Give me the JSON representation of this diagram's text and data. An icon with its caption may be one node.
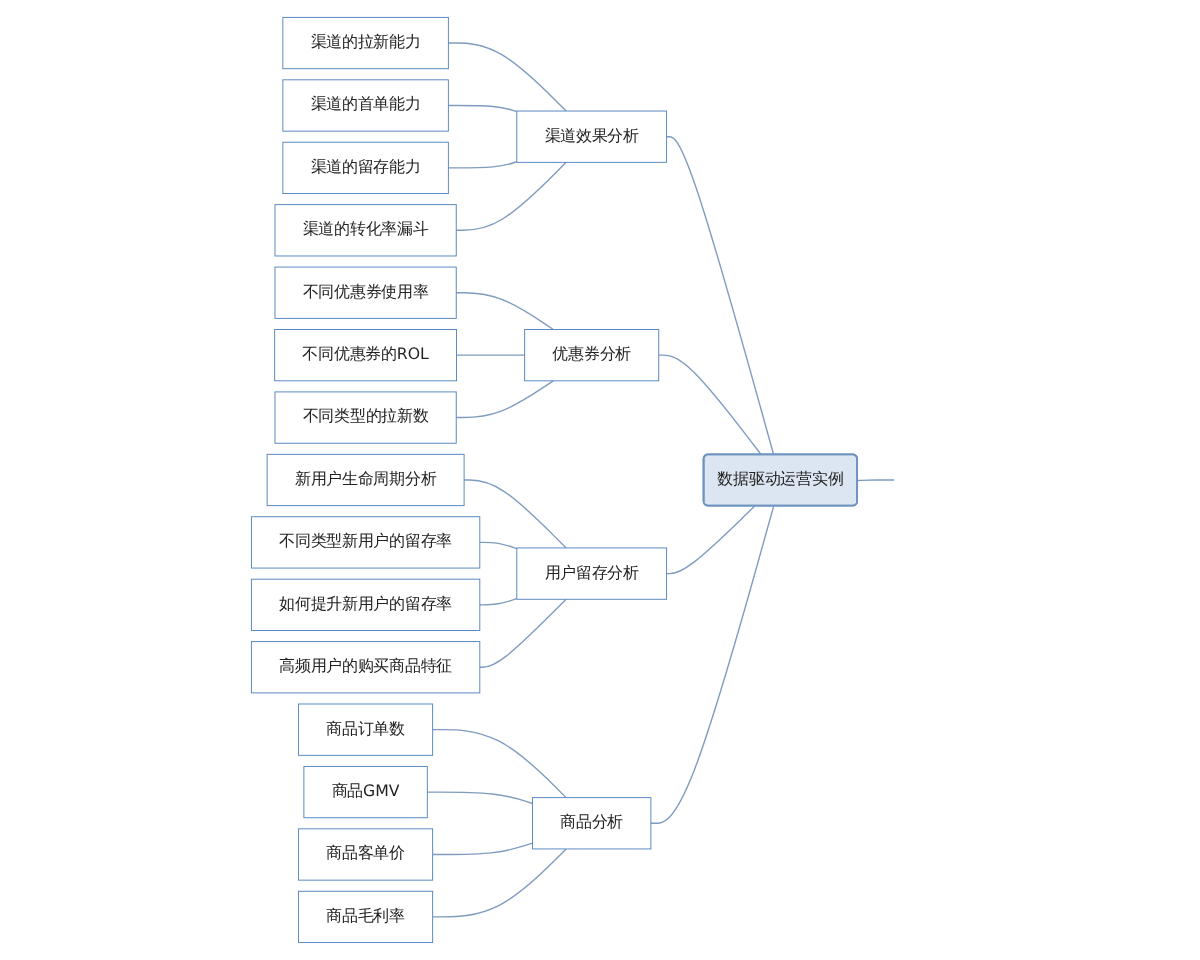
{
  "diagram": {
    "nodes": [
      {
        "text": [
          "数据驱动运营实例"
        ]
      },
      {
        "text": [
          "渠道效果分析"
        ]
      },
      {
        "text": [
          "渠道的拉新能力"
        ]
      },
      {
        "text": [
          "渠道的首单能力"
        ]
      },
      {
        "text": [
          "渠道的留存能力"
        ]
      },
      {
        "text": [
          "渠道的转化率漏斗"
        ]
      },
      {
        "text": [
          "优惠券分析"
        ]
      },
      {
        "text": [
          "不同优惠券使用率"
        ]
      },
      {
        "text": [
          "不同优惠券的ROL"
        ]
      },
      {
        "text": [
          "不同类型的拉新数"
        ]
      },
      {
        "text": [
          "用户留存分析"
        ]
      },
      {
        "text": [
          "新用户生命周期分析"
        ]
      },
      {
        "text": [
          "不同类型新用户的留存率"
        ]
      },
      {
        "text": [
          "如何提升新用户的留存率"
        ]
      },
      {
        "text": [
          "高频用户的购买商品特征"
        ]
      },
      {
        "text": [
          "商品分析"
        ]
      },
      {
        "text": [
          "商品订单数"
        ]
      },
      {
        "text": [
          "商品GMV"
        ]
      },
      {
        "text": [
          "商品客单价"
        ]
      },
      {
        "text": [
          "商品毛利率"
        ]
      }
    ],
    "edges": [
      {
        "from": 0,
        "to": 1,
        "arrow": "none"
      },
      {
        "from": 1,
        "to": 2,
        "arrow": "none"
      },
      {
        "from": 1,
        "to": 3,
        "arrow": "none"
      },
      {
        "from": 1,
        "to": 4,
        "arrow": "none"
      },
      {
        "from": 1,
        "to": 5,
        "arrow": "none"
      },
      {
        "from": 0,
        "to": 6,
        "arrow": "none"
      },
      {
        "from": 6,
        "to": 7,
        "arrow": "none"
      },
      {
        "from": 6,
        "to": 8,
        "arrow": "none"
      },
      {
        "from": 6,
        "to": 9,
        "arrow": "none"
      },
      {
        "from": 0,
        "to": 10,
        "arrow": "none"
      },
      {
        "from": 10,
        "to": 11,
        "arrow": "none"
      },
      {
        "from": 10,
        "to": 12,
        "arrow": "none"
      },
      {
        "from": 10,
        "to": 13,
        "arrow": "none"
      },
      {
        "from": 10,
        "to": 14,
        "arrow": "none"
      },
      {
        "from": 0,
        "to": 15,
        "arrow": "none"
      },
      {
        "from": 15,
        "to": 16,
        "arrow": "none"
      },
      {
        "from": 15,
        "to": 17,
        "arrow": "none"
      },
      {
        "from": 15,
        "to": 18,
        "arrow": "none"
      },
      {
        "from": 15,
        "to": 19,
        "arrow": "none"
      },
      {
        "from": 0,
        "to": null,
        "arrow": "none"
      }
    ]
  }
}
